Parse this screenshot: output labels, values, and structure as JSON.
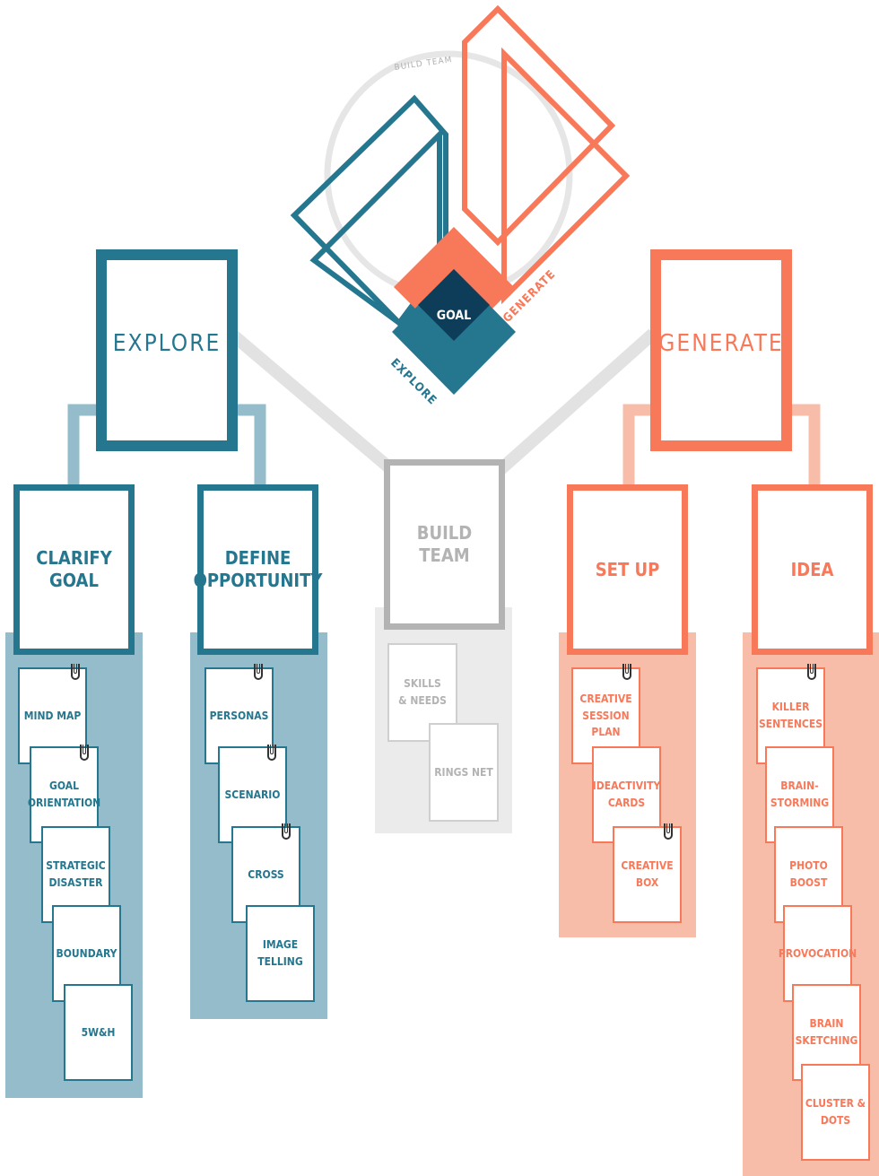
{
  "colors": {
    "blue": "#25768f",
    "blue_light": "#94bccb",
    "orange": "#f7795a",
    "orange_light": "#f8bda9",
    "gray": "#b3b3b3",
    "gray_light": "#ebebeb",
    "navy": "#0d3d58"
  },
  "logo": {
    "build_team": "BUILD TEAM",
    "goal": "GOAL",
    "explore": "EXPLORE",
    "generate": "GENERATE"
  },
  "explore": {
    "title": "EXPLORE",
    "clarify_goal": {
      "title": "CLARIFY\nGOAL",
      "cards": [
        "MIND MAP",
        "GOAL\nORIENTATION",
        "STRATEGIC\nDISASTER",
        "BOUNDARY",
        "5W&H"
      ]
    },
    "define_opportunity": {
      "title": "DEFINE\nOPPORTUNITY",
      "cards": [
        "PERSONAS",
        "SCENARIO",
        "CROSS",
        "IMAGE\nTELLING"
      ]
    }
  },
  "build_team": {
    "title": "BUILD\nTEAM",
    "cards": [
      "SKILLS\n& NEEDS",
      "RINGS NET"
    ]
  },
  "generate": {
    "title": "GENERATE",
    "set_up": {
      "title": "SET UP",
      "cards": [
        "CREATIVE\nSESSION\nPLAN",
        "IDEACTIVITY\nCARDS",
        "CREATIVE\nBOX"
      ]
    },
    "idea": {
      "title": "IDEA",
      "cards": [
        "KILLER\nSENTENCES",
        "BRAIN-\nSTORMING",
        "PHOTO\nBOOST",
        "PROVOCATION",
        "BRAIN\nSKETCHING",
        "CLUSTER &\nDOTS"
      ]
    }
  }
}
